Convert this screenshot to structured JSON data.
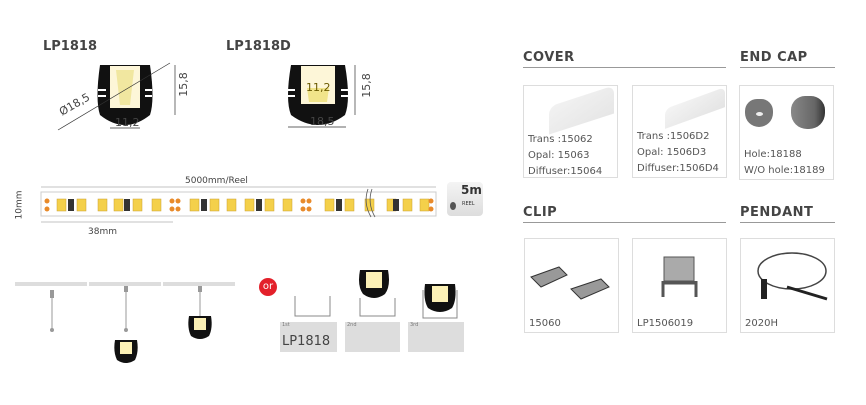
{
  "profiles": [
    {
      "model": "LP1818",
      "dims": {
        "diameter": "Ø18,5",
        "height": "15,8",
        "width": "11,2"
      }
    },
    {
      "model": "LP1818D",
      "dims": {
        "inner": "11,2",
        "height": "15,8",
        "width": "18,5"
      }
    }
  ],
  "strip": {
    "length_label": "5000mm/Reel",
    "width_label": "10mm",
    "cut_label": "38mm",
    "reel": {
      "value": "5m",
      "unit": "REEL"
    }
  },
  "mounting": {
    "or_label": "or",
    "model_label": "LP1818",
    "step_labels": [
      "1st",
      "2nd",
      "3rd"
    ]
  },
  "sections": {
    "cover": {
      "title": "COVER",
      "items": [
        {
          "lines": [
            "Trans :15062",
            "Opal: 15063",
            "Diffuser:15064"
          ]
        },
        {
          "lines": [
            "Trans :1506D2",
            "Opal: 1506D3",
            "Diffuser:1506D4"
          ]
        }
      ]
    },
    "end_cap": {
      "title": "END CAP",
      "lines": [
        "Hole:18188",
        "W/O hole:18189"
      ]
    },
    "clip": {
      "title": "CLIP",
      "items": [
        "15060",
        "LP1506019"
      ]
    },
    "pendant": {
      "title": "PENDANT",
      "items": [
        "2020H"
      ]
    }
  },
  "colors": {
    "led": "#f4d04a",
    "accent": "#e3202a",
    "orange": "#e88a2a"
  }
}
